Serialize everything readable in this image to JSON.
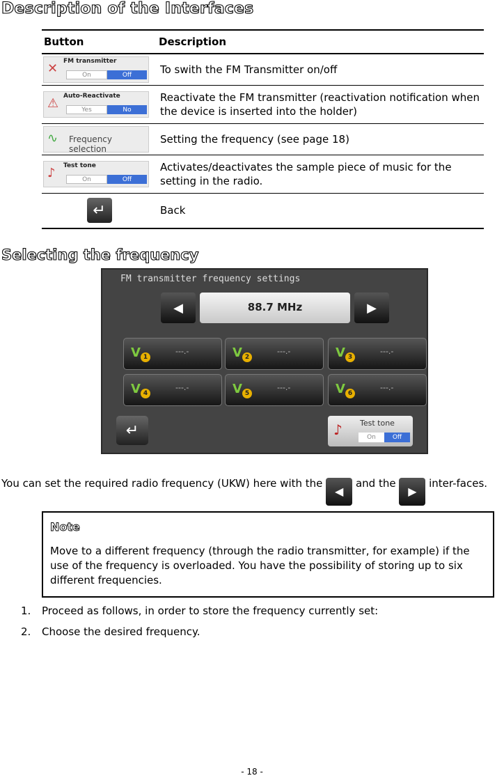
{
  "heading_interfaces": "Description of the Interfaces",
  "table": {
    "col_button": "Button",
    "col_description": "Description",
    "rows": [
      {
        "thumb_label": "FM transmitter",
        "opt_a": "On",
        "opt_b": "Off",
        "description": "To swith the FM Transmitter on/off"
      },
      {
        "thumb_label": "Auto-Reactivate",
        "opt_a": "Yes",
        "opt_b": "No",
        "description": "Reactivate the FM transmitter (reactivation notification when the device is inserted into the holder)"
      },
      {
        "thumb_label": "Frequency selection",
        "description": "Setting the frequency (see page 18)"
      },
      {
        "thumb_label": "Test tone",
        "opt_a": "On",
        "opt_b": "Off",
        "description": "Activates/deactivates the sample piece of music for the setting in the radio."
      },
      {
        "description": "Back"
      }
    ]
  },
  "heading_selecting": "Selecting the frequency",
  "screen": {
    "title": "FM transmitter frequency settings",
    "frequency": "88.7 MHz",
    "presets": [
      {
        "num": "1",
        "value": "---.-"
      },
      {
        "num": "2",
        "value": "---.-"
      },
      {
        "num": "3",
        "value": "---.-"
      },
      {
        "num": "4",
        "value": "---.-"
      },
      {
        "num": "5",
        "value": "---.-"
      },
      {
        "num": "6",
        "value": "---.-"
      }
    ],
    "test_tone_label": "Test tone",
    "test_tone_on": "On",
    "test_tone_off": "Off"
  },
  "paragraph": {
    "part1": "You can set the required radio frequency (UKW) here with the",
    "part2": "and the",
    "part3": "inter-faces."
  },
  "note": {
    "title": "Note",
    "text": "Move to a different frequency (through the radio transmitter, for example) if the use of the frequency is overloaded. You have the possibility of storing up to six different frequencies."
  },
  "steps": [
    {
      "num": "1.",
      "text": "Proceed as follows, in order to store the frequency currently set:"
    },
    {
      "num": "2.",
      "text": "Choose the desired frequency."
    }
  ],
  "page_number": "- 18 -"
}
